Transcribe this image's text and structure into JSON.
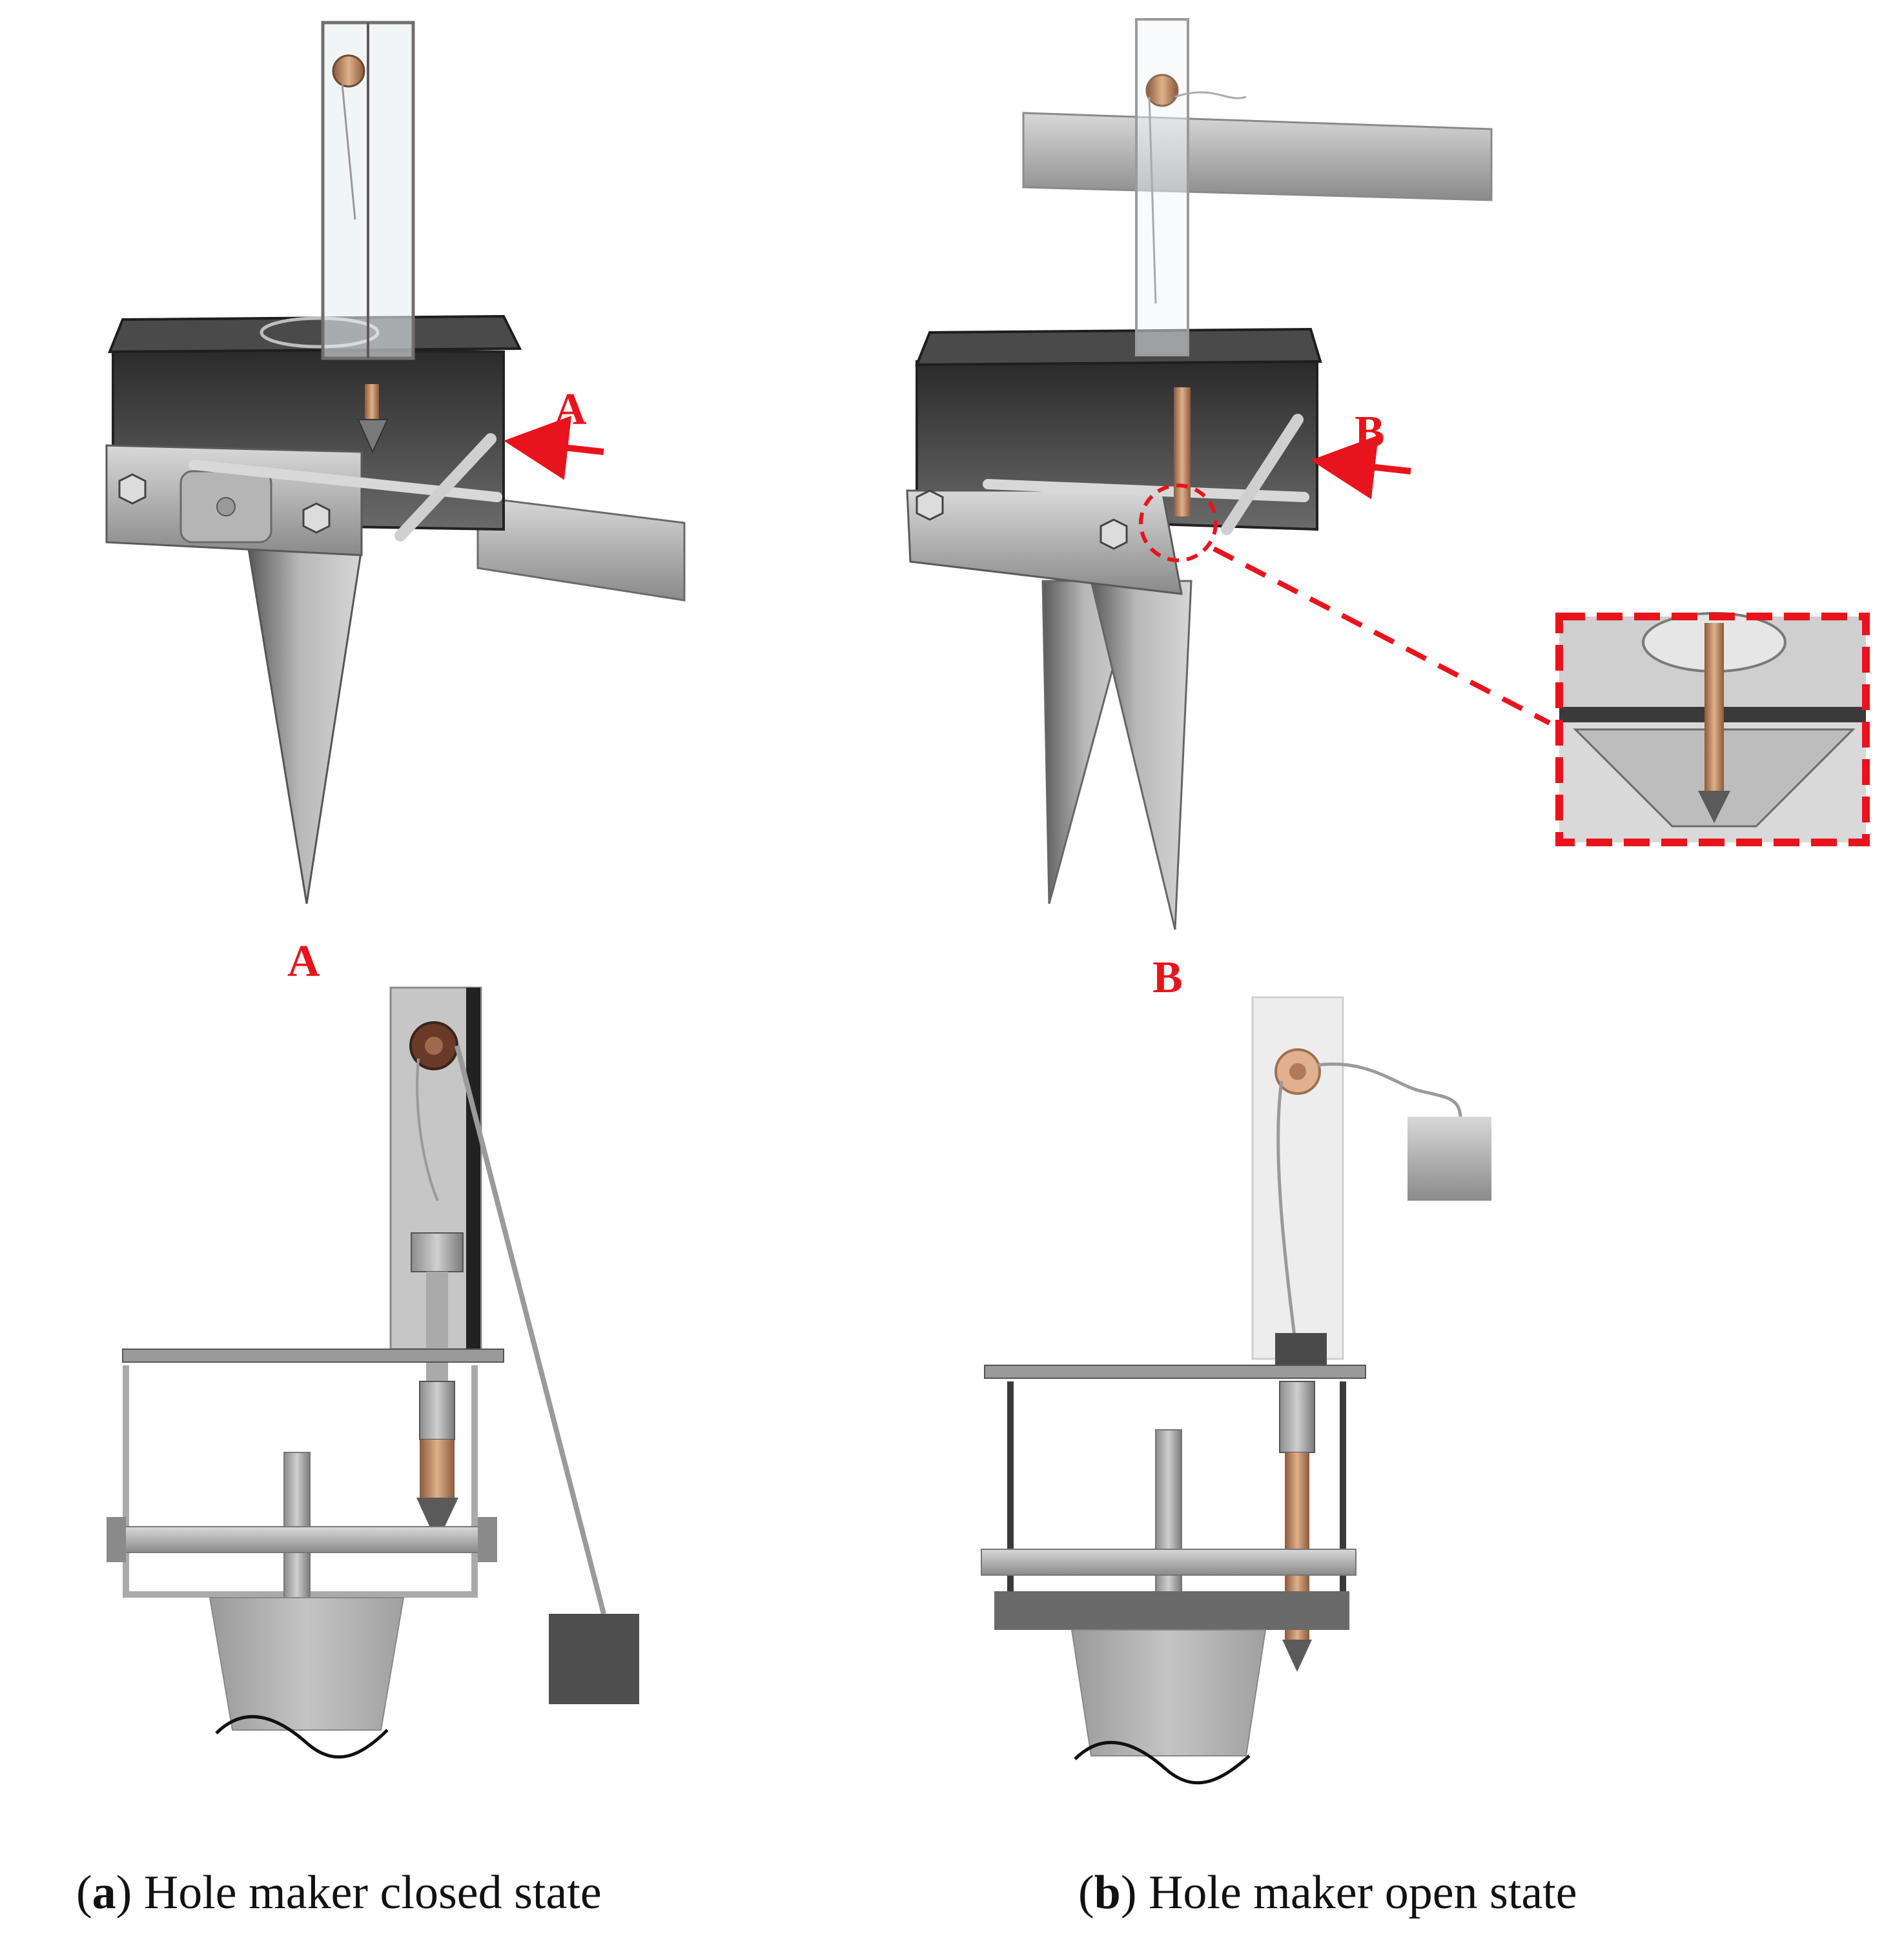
{
  "callouts": {
    "arrow_a": "A",
    "label_a": "A",
    "arrow_b": "B",
    "label_b": "B"
  },
  "captions": {
    "a": {
      "open_paren": "(",
      "letter": "a",
      "text": ") Hole maker closed state"
    },
    "b": {
      "open_paren": "(",
      "letter": "b",
      "text": ") Hole maker open state"
    }
  },
  "colors": {
    "accent_red": "#e8141c",
    "copper": "#b98a6a",
    "steel_dark": "#4e4e4e",
    "steel_light": "#c9c9c9"
  }
}
